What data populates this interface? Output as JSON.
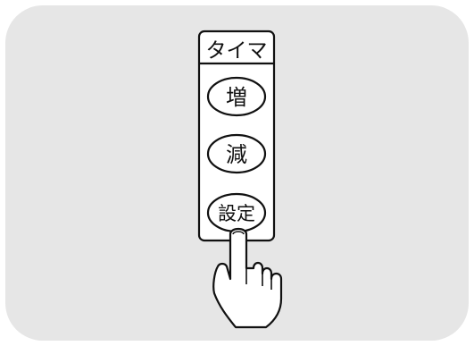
{
  "remote": {
    "title": "タイマ",
    "buttons": [
      {
        "label": "増"
      },
      {
        "label": "減"
      },
      {
        "label": "設定"
      }
    ],
    "pressed_button": "設定"
  },
  "colors": {
    "background": "#e6e6e6",
    "panel_fill": "#ffffff",
    "stroke": "#111111"
  },
  "icons": [
    "pointing-hand-icon"
  ]
}
